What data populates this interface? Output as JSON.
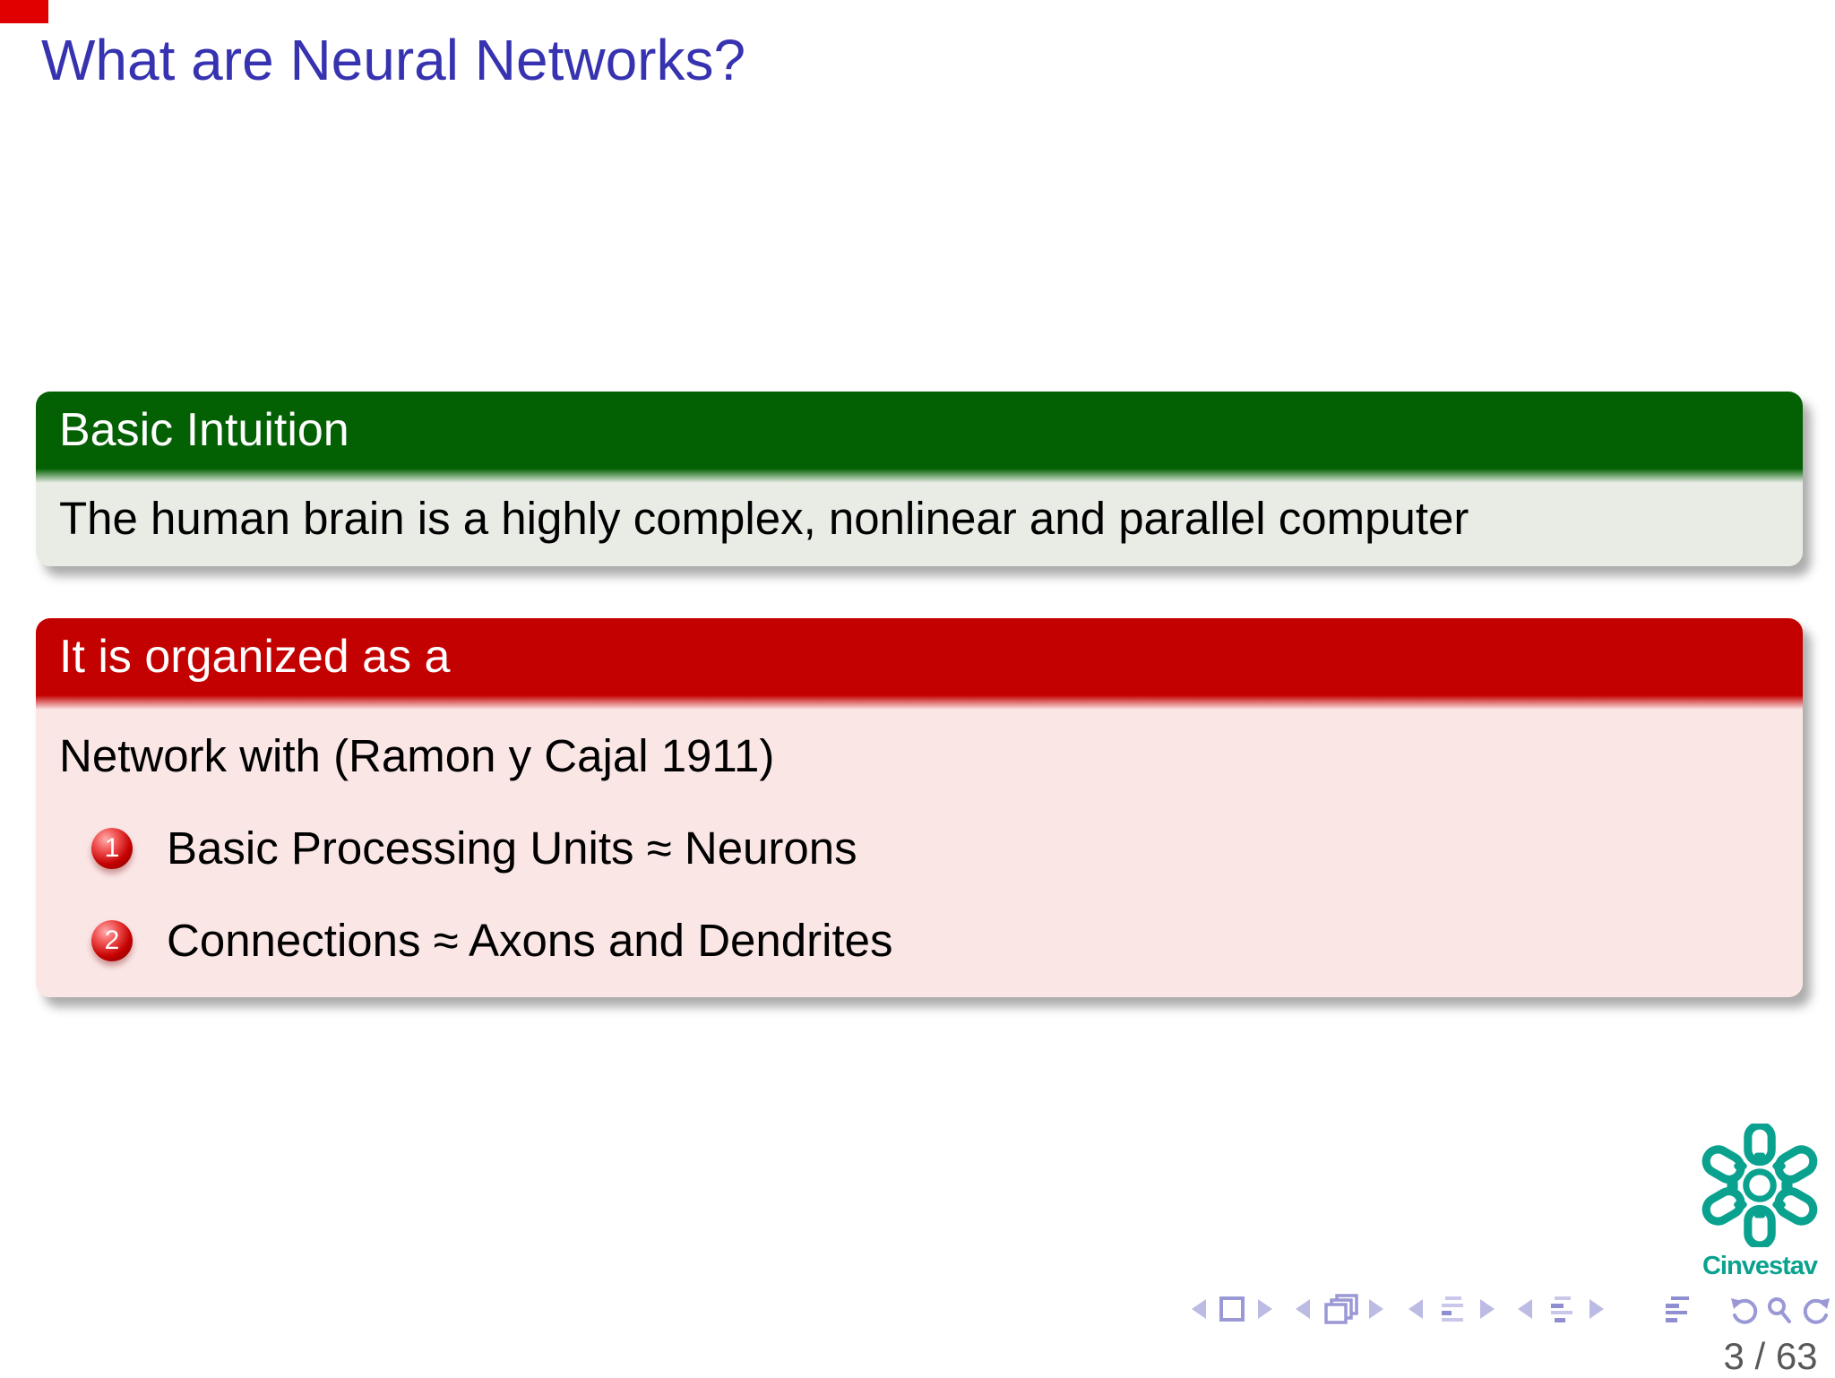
{
  "slide": {
    "title": "What are Neural Networks?"
  },
  "blocks": {
    "basic_intuition": {
      "title": "Basic Intuition",
      "body": "The human brain is a highly complex, nonlinear and parallel computer"
    },
    "organized": {
      "title": "It is organized as a",
      "intro": "Network with (Ramon y Cajal 1911)",
      "items": [
        {
          "number": "1",
          "text": "Basic Processing Units ≈ Neurons"
        },
        {
          "number": "2",
          "text": "Connections ≈ Axons and Dendrites"
        }
      ]
    }
  },
  "footer": {
    "logo_wordmark": "Cinvestav",
    "page_indicator": "3 / 63"
  },
  "icons": {
    "nav": [
      "prev-slide",
      "slide",
      "next-slide",
      "prev-frame",
      "frame-stack",
      "next-frame",
      "prev-section",
      "section-list",
      "next-section",
      "prev-subsection",
      "subsection-list",
      "next-subsection",
      "appendix-list",
      "undo",
      "search",
      "redo"
    ],
    "logo": "cinvestav-gear-logo"
  },
  "colors": {
    "title_blue": "#3733b0",
    "green_header": "#036103",
    "green_body_bg": "#e9ece5",
    "red_header": "#c40101",
    "red_body_bg": "#fbe6e6",
    "ball_red": "#c40101",
    "nav_lavender": "#9a99d6",
    "nav_lavender_light": "#c9c8ea",
    "logo_teal": "#0aa28f",
    "page_number_gray": "#585858",
    "corner_artifact_red": "#e00000"
  }
}
